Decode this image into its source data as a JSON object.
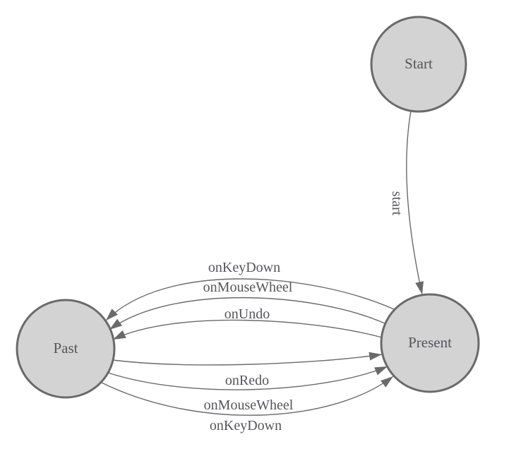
{
  "diagram": {
    "type": "state-machine",
    "background_color": "#ffffff",
    "node_fill": "#d3d3d3",
    "node_stroke": "#6a6a6a",
    "edge_color": "#6a6a6a",
    "arrowhead_color": "#6a6a6a",
    "text_color": "#55555c",
    "nodes": [
      {
        "id": "start",
        "label": "Start"
      },
      {
        "id": "past",
        "label": "Past"
      },
      {
        "id": "present",
        "label": "Present"
      }
    ],
    "edges": [
      {
        "from": "Start",
        "to": "Present",
        "label": "start"
      },
      {
        "from": "Present",
        "to": "Past",
        "label": "onKeyDown"
      },
      {
        "from": "Present",
        "to": "Past",
        "label": "onMouseWheel"
      },
      {
        "from": "Present",
        "to": "Past",
        "label": "onUndo"
      },
      {
        "from": "Past",
        "to": "Present",
        "label": "onRedo"
      },
      {
        "from": "Past",
        "to": "Present",
        "label": "onMouseWheel"
      },
      {
        "from": "Past",
        "to": "Present",
        "label": "onKeyDown"
      }
    ]
  }
}
